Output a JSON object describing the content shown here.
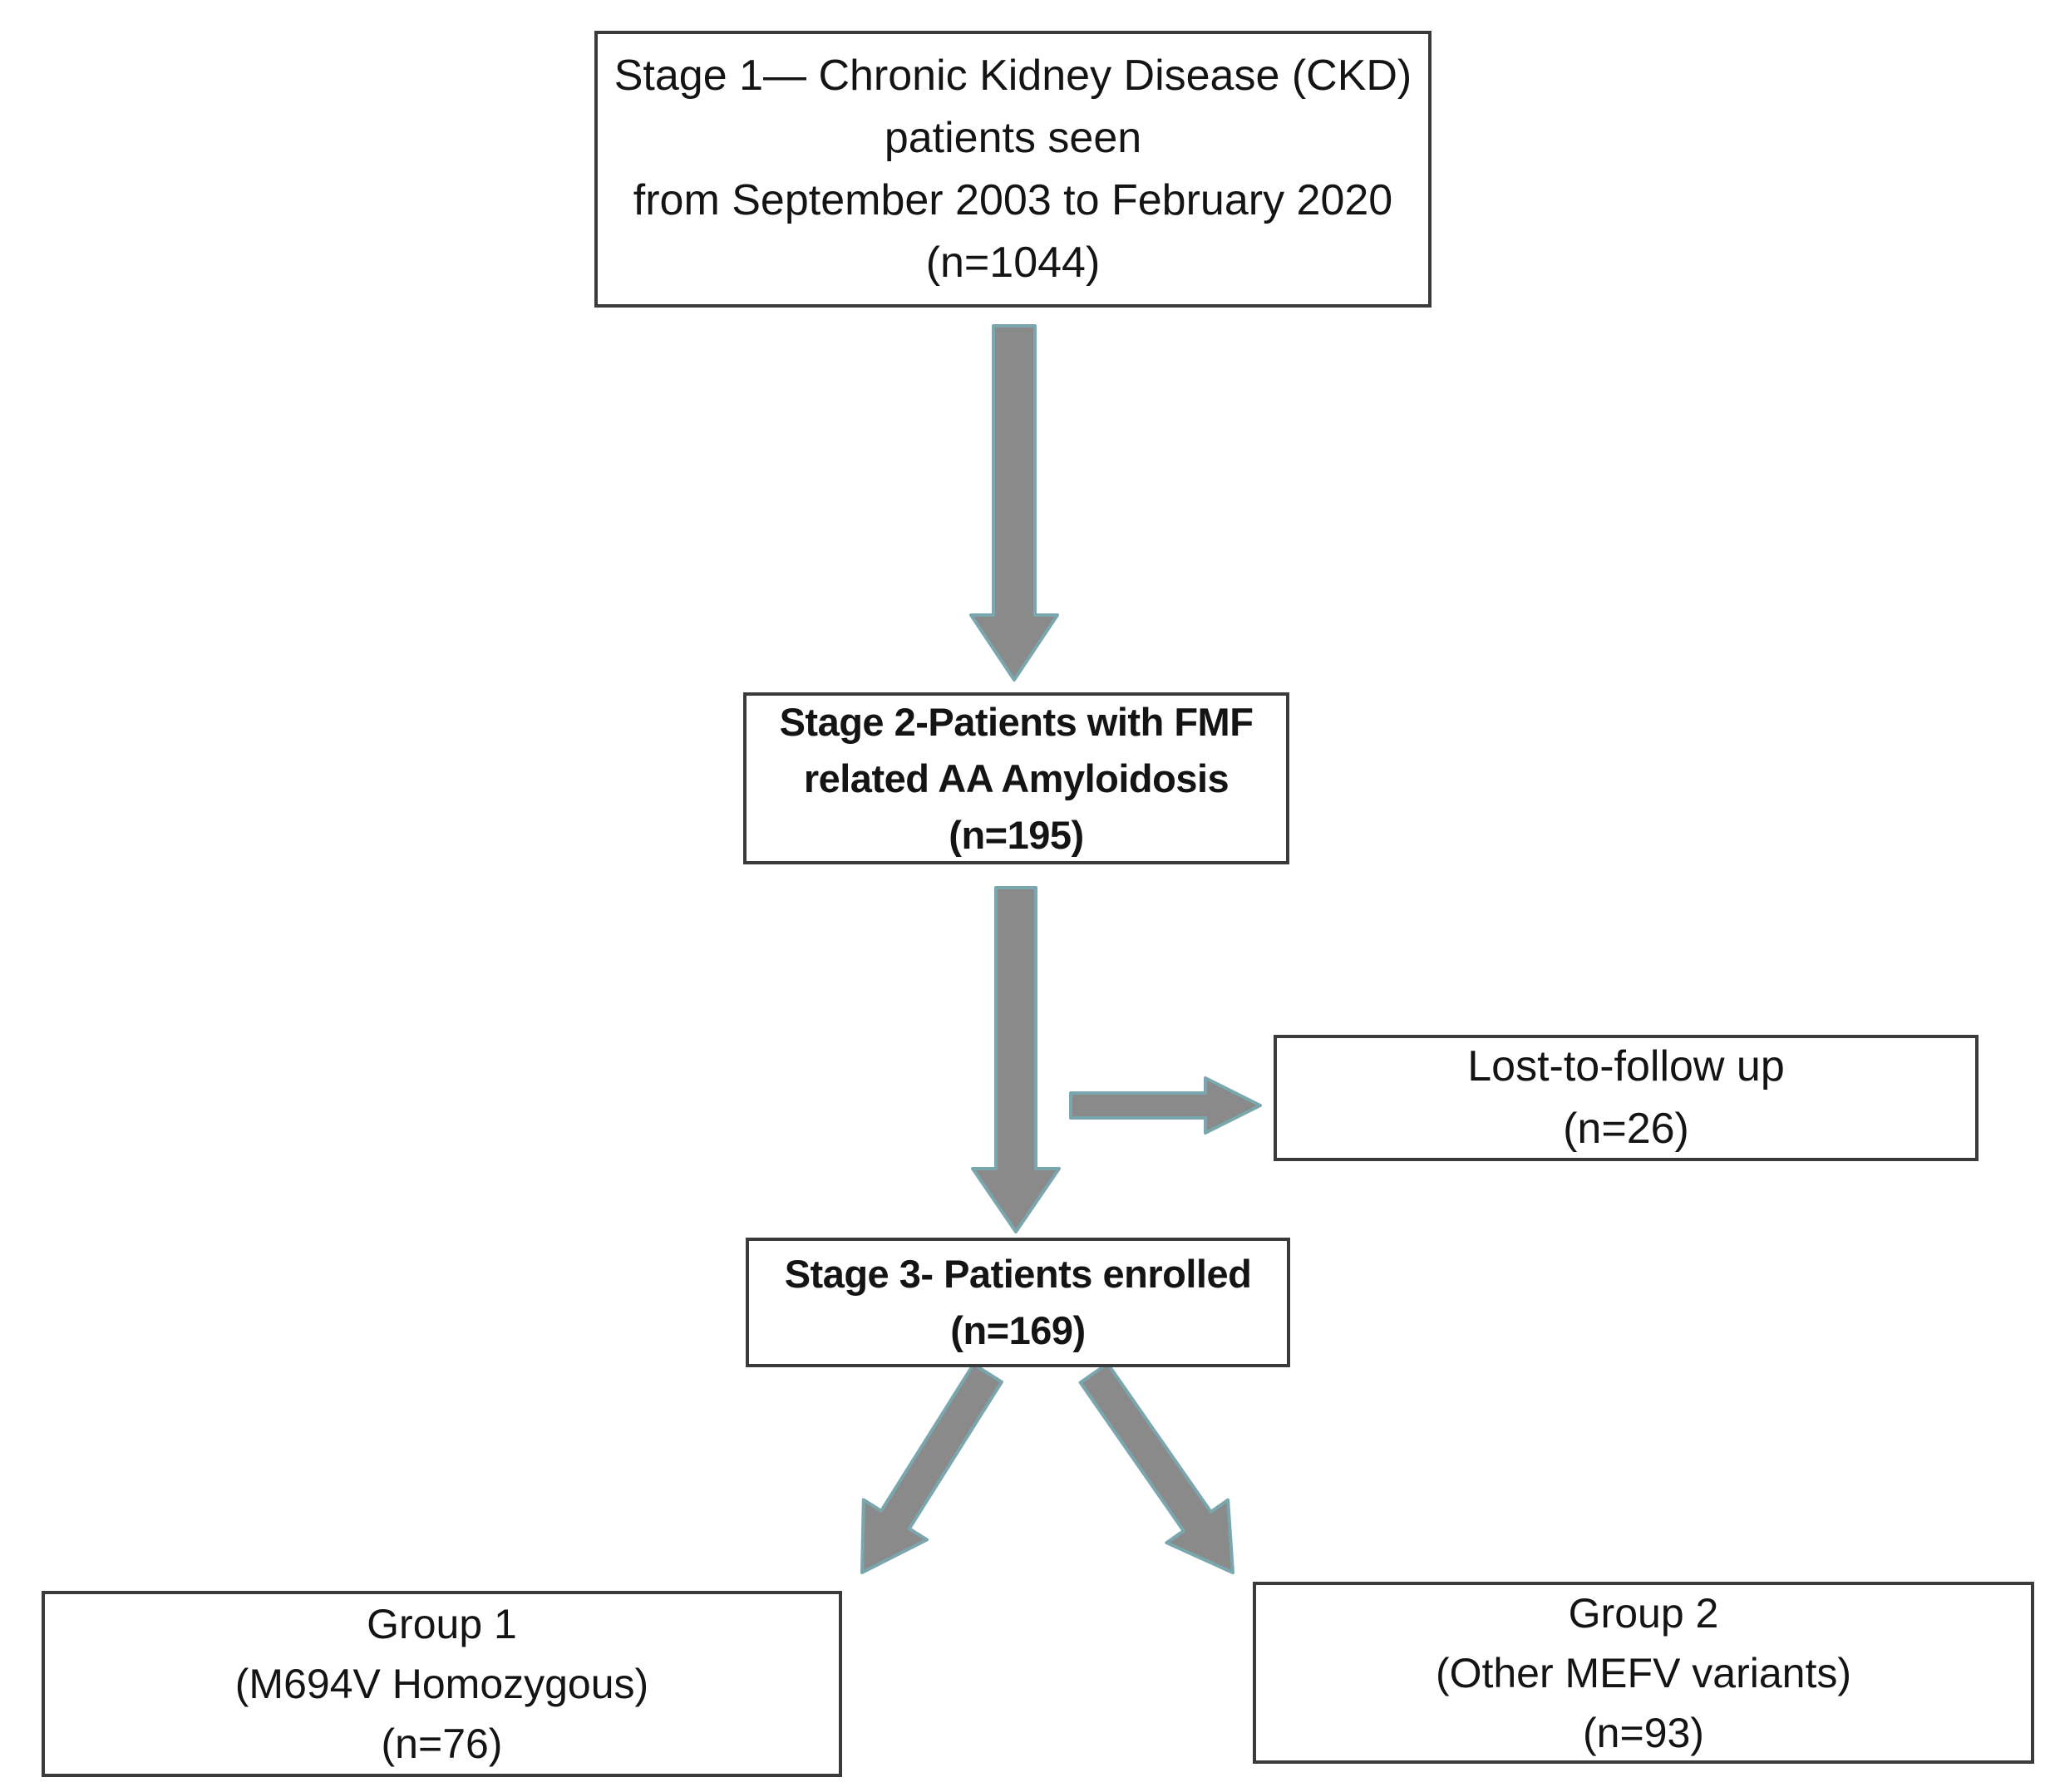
{
  "diagram": {
    "type": "flowchart",
    "description": "Patient enrollment flow diagram",
    "colors": {
      "background": "#ffffff",
      "box_border": "#3a3a3a",
      "box_bg": "#ffffff",
      "text": "#141414",
      "arrow_fill": "#8a8a8a",
      "arrow_outline": "#7aa6ae"
    },
    "nodes": {
      "stage1": {
        "lines": {
          "0": "Stage 1— Chronic Kidney Disease (CKD)",
          "1": "patients seen",
          "2": "from September 2003 to February 2020",
          "3": "(n=1044)"
        }
      },
      "stage2": {
        "lines": {
          "0": "Stage 2-Patients with FMF",
          "1": "related AA Amyloidosis",
          "2": "(n=195)"
        }
      },
      "lost_to_follow_up": {
        "lines": {
          "0": "Lost-to-follow up",
          "1": "(n=26)"
        }
      },
      "stage3": {
        "lines": {
          "0": "Stage 3- Patients enrolled",
          "1": "(n=169)"
        }
      },
      "group1": {
        "lines": {
          "0": "Group 1",
          "1": "(M694V Homozygous)",
          "2": "(n=76)"
        }
      },
      "group2": {
        "lines": {
          "0": "Group 2",
          "1": "(Other MEFV variants)",
          "2": "(n=93)"
        }
      }
    },
    "edges": [
      {
        "from": "stage1",
        "to": "stage2",
        "style": "down-arrow"
      },
      {
        "from": "stage2",
        "to": "lost_to_follow_up",
        "style": "right-arrow"
      },
      {
        "from": "stage2",
        "to": "stage3",
        "style": "down-arrow"
      },
      {
        "from": "stage3",
        "to": "group1",
        "style": "diagonal-left-arrow"
      },
      {
        "from": "stage3",
        "to": "group2",
        "style": "diagonal-right-arrow"
      }
    ]
  }
}
